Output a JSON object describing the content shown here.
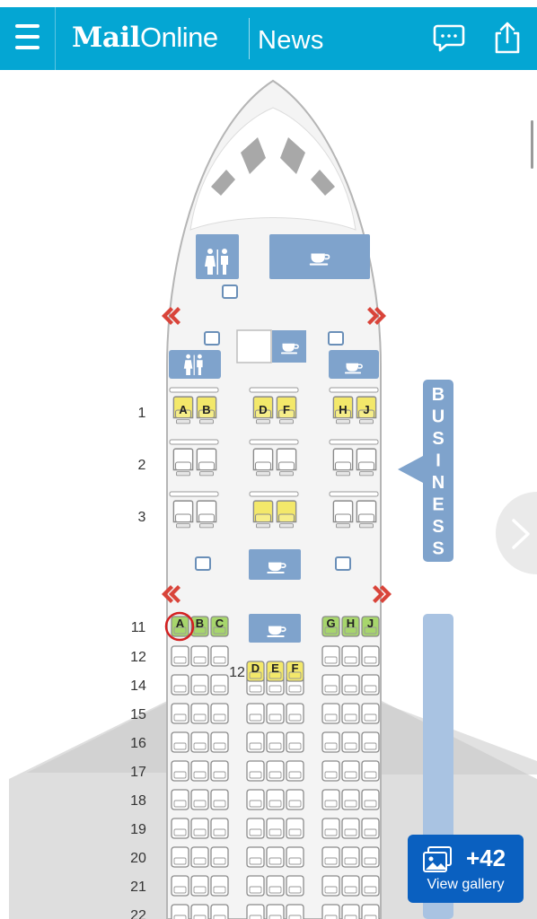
{
  "header": {
    "logo_bold": "Mail",
    "logo_light": "Online",
    "section": "News",
    "menu_icon": "hamburger-menu-icon",
    "comment_icon": "comment-icon",
    "share_icon": "share-icon"
  },
  "seatmap": {
    "side_label_business": [
      "B",
      "U",
      "S",
      "I",
      "N",
      "E",
      "S",
      "S"
    ],
    "business_rows": [
      {
        "row": "1",
        "left": [
          "A",
          "B"
        ],
        "middle": [
          "D",
          "F"
        ],
        "right": [
          "H",
          "J"
        ]
      },
      {
        "row": "2",
        "left": [
          "",
          ""
        ],
        "middle": [
          "",
          ""
        ],
        "right": [
          "",
          ""
        ]
      },
      {
        "row": "3",
        "left": [
          "",
          ""
        ],
        "middle": [
          "",
          ""
        ],
        "right": [
          "",
          ""
        ]
      }
    ],
    "row11": {
      "row": "11",
      "left": [
        "A",
        "B",
        "C"
      ],
      "right": [
        "G",
        "H",
        "J"
      ],
      "circled": "A"
    },
    "row12_middle": {
      "row": "12",
      "seats": [
        "D",
        "E",
        "F"
      ]
    },
    "economy_row_labels": [
      "12",
      "14",
      "15",
      "16",
      "17",
      "18",
      "19",
      "20",
      "21",
      "22"
    ]
  },
  "gallery": {
    "count": "+42",
    "label": "View gallery"
  },
  "colors": {
    "header_bg": "#04a6d3",
    "gallery_bg": "#0a60c0",
    "service_blue": "#7fa3cc",
    "seat_yellow": "#f3e86a",
    "seat_green": "#a7d66c",
    "exit_red": "#d9443a",
    "highlight_circle": "#d32020"
  }
}
